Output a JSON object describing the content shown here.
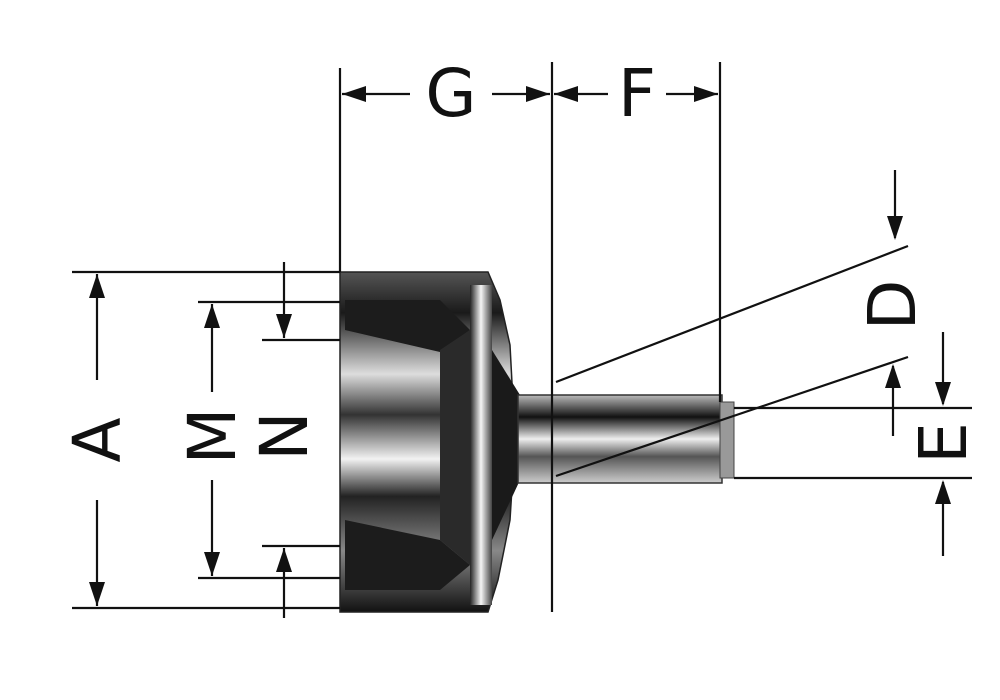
{
  "labels": {
    "G": "G",
    "F": "F",
    "D": "D",
    "E": "E",
    "A": "A",
    "M": "M",
    "N": "N"
  },
  "colors": {
    "line": "#111111",
    "background": "#ffffff",
    "part_dark": "#1a1a1a",
    "part_light": "#e6e6e6"
  }
}
